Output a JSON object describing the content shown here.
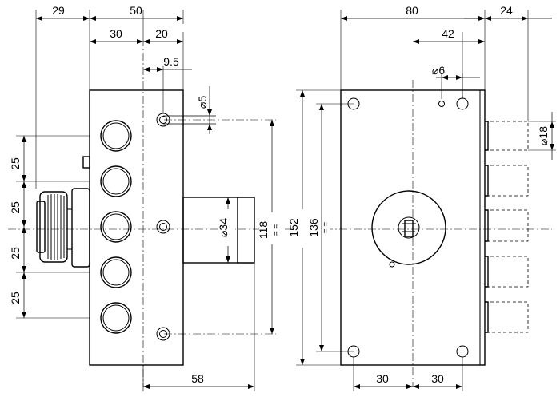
{
  "side_view": {
    "dimensions": {
      "overall_depth": "29",
      "body_width": "50",
      "bolt_offset": "30",
      "edge_to_center": "20",
      "hole_offset": "9.5",
      "hole_diameter": "⌀5",
      "bolt_pitch_1": "25",
      "bolt_pitch_2": "25",
      "bolt_pitch_3": "25",
      "bolt_pitch_4": "25",
      "cylinder_diameter": "⌀34",
      "bolt_throw": "58",
      "fixing_spacing": "118",
      "spacing_mark": "= ="
    }
  },
  "front_view": {
    "dimensions": {
      "case_width": "80",
      "bolt_projection": "24",
      "hole_to_edge": "42",
      "pin_diameter": "⌀6",
      "bolt_diameter": "⌀18",
      "case_height": "152",
      "hole_spacing": "136",
      "spacing_mark": "= =",
      "bottom_left": "30",
      "bottom_right": "30"
    }
  }
}
